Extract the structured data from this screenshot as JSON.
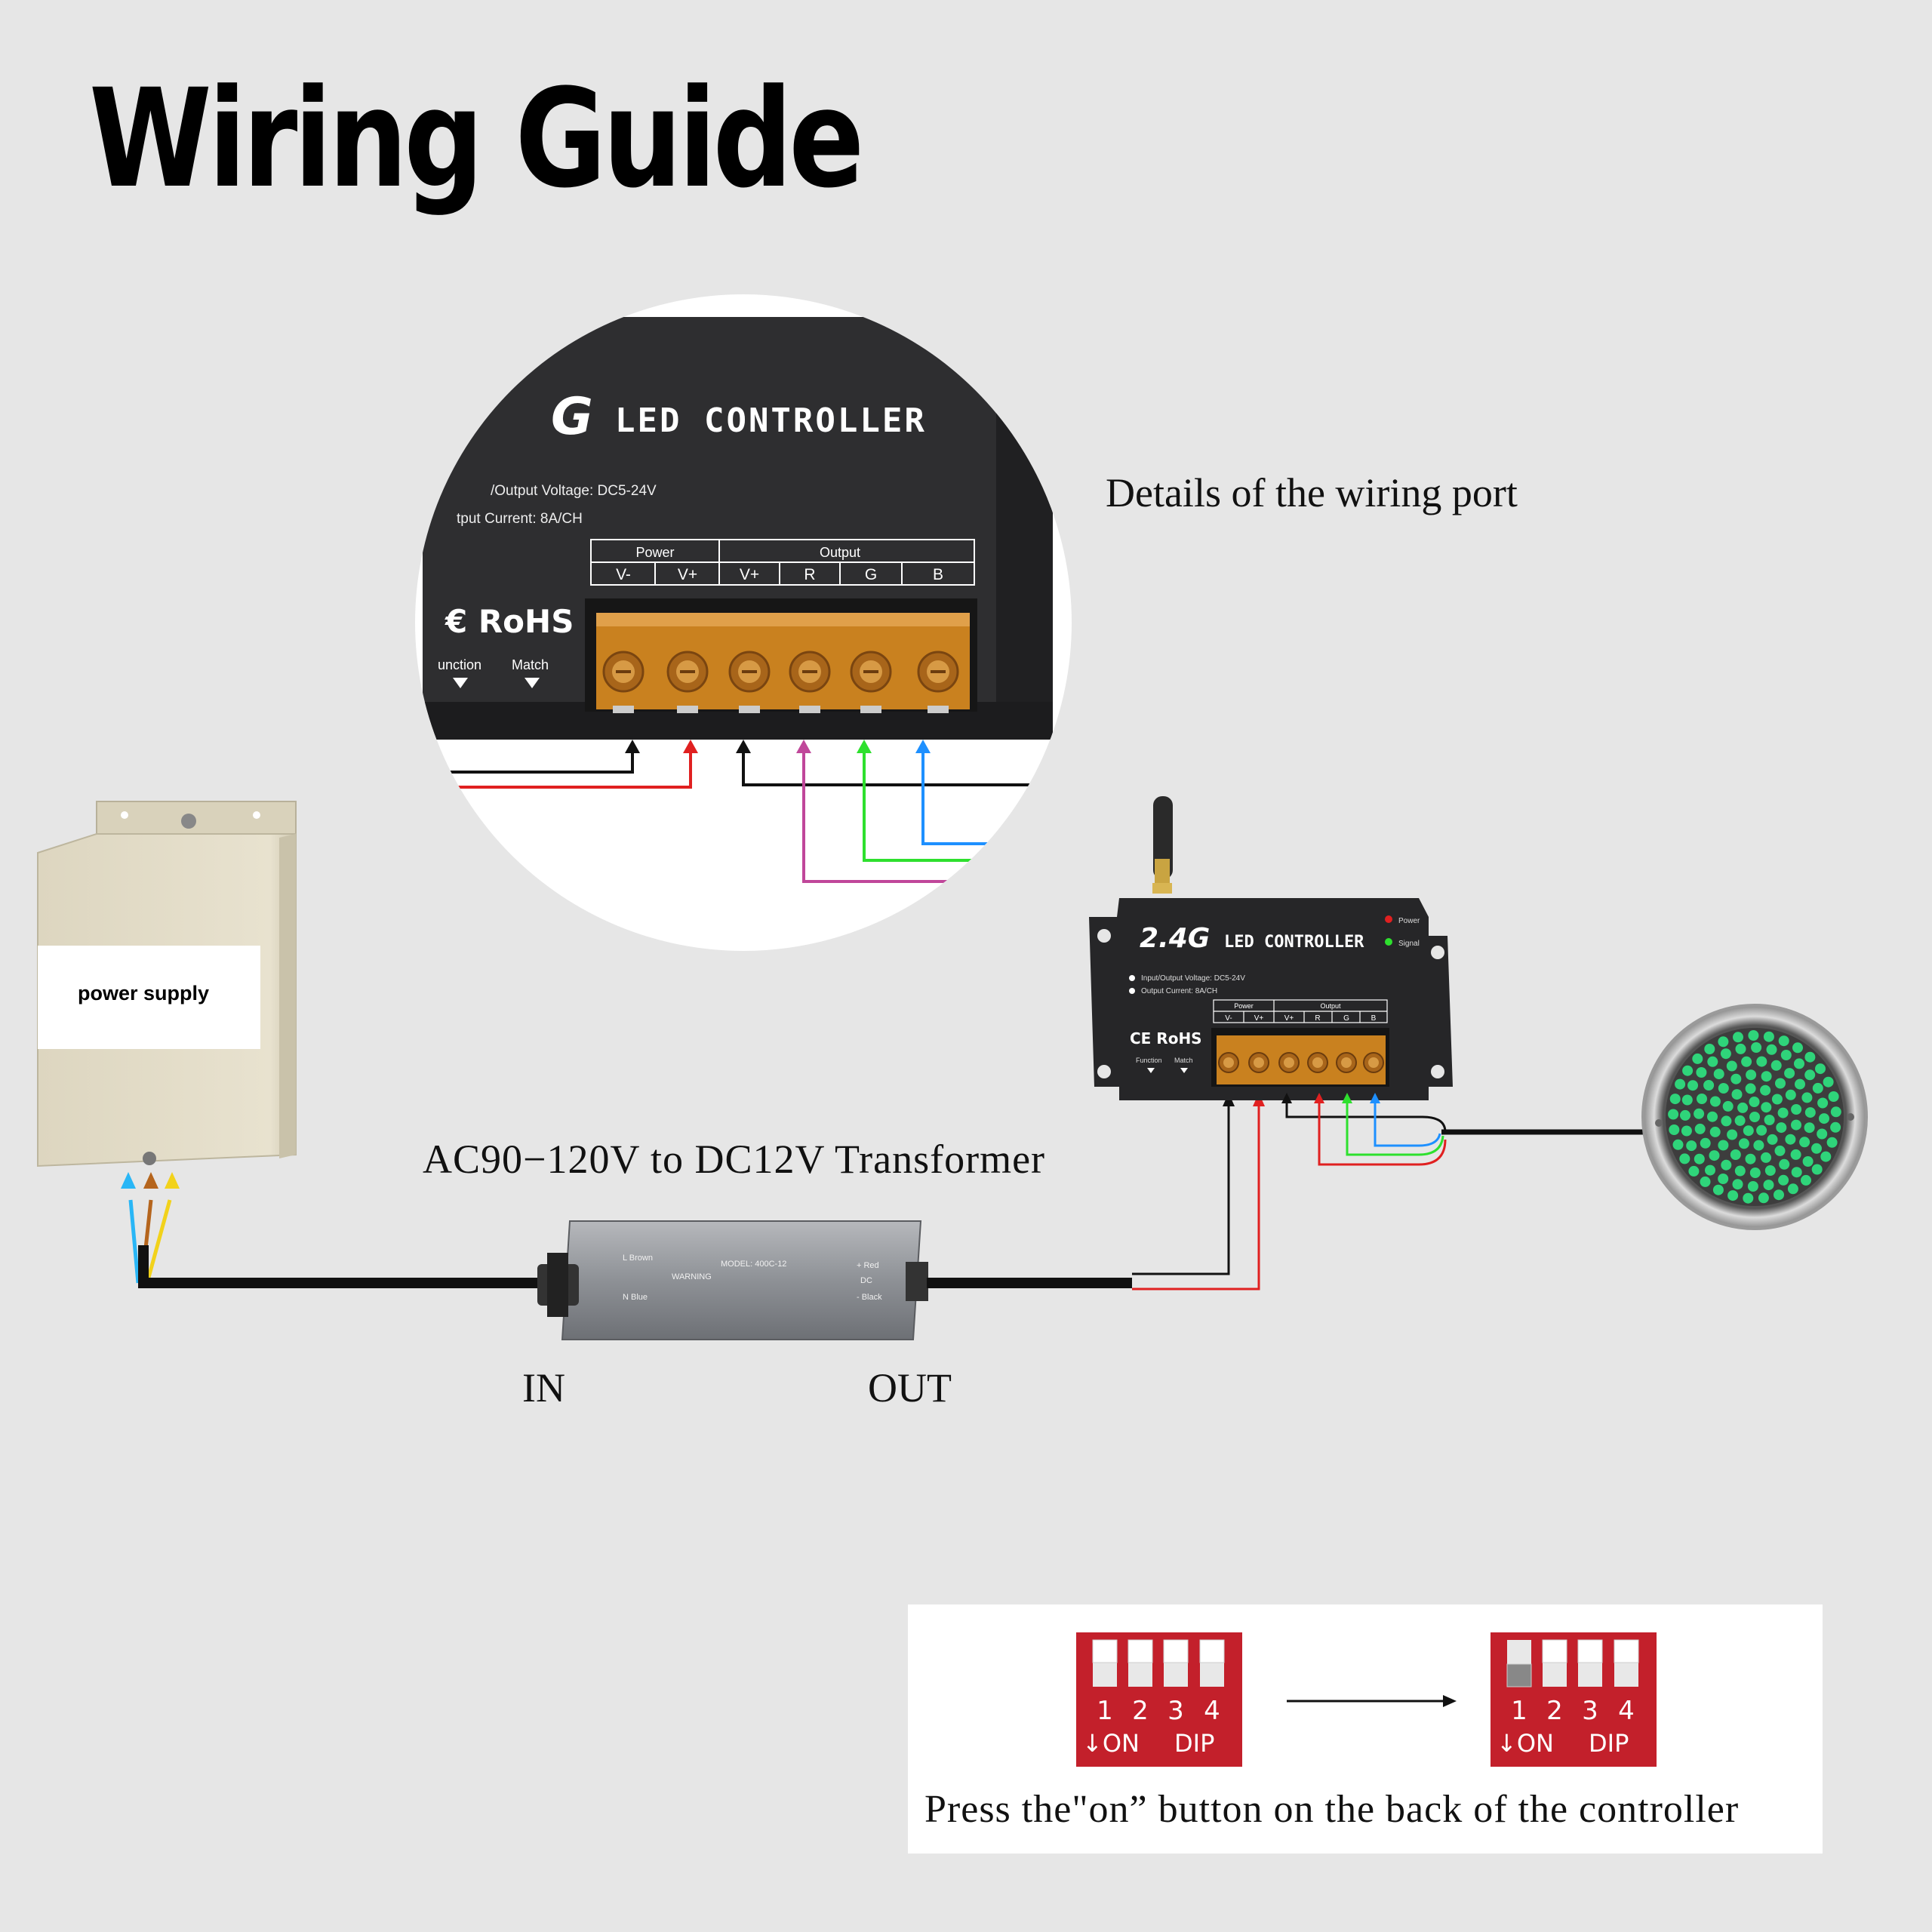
{
  "title": "Wiring Guide",
  "captions": {
    "details": "Details of the wiring port",
    "transformer": "AC90−120V to DC12V Transformer",
    "in": "IN",
    "out": "OUT",
    "press": "Press the\"on”  button on the back of the controller"
  },
  "power_supply": {
    "label": "power supply",
    "color": "#e6e0cb"
  },
  "controller_zoom": {
    "brand": "LED CONTROLLER",
    "logo_letter": "G",
    "spec_voltage": "/Output Voltage: DC5-24V",
    "spec_current": "tput Current: 8A/CH",
    "group_power": "Power",
    "group_output": "Output",
    "terminals": [
      "V-",
      "V+",
      "V+",
      "R",
      "G",
      "B"
    ],
    "cert": "€ RoHS",
    "function_label": "unction",
    "match_label": "Match"
  },
  "controller_small": {
    "logo": "2.4G",
    "brand": "LED CONTROLLER",
    "power_led": "Power",
    "signal_led": "Signal",
    "spec_voltage": "Input/Output Voltage: DC5-24V",
    "spec_current": "Output Current: 8A/CH",
    "group_power": "Power",
    "group_output": "Output",
    "terminals": [
      "V-",
      "V+",
      "V+",
      "R",
      "G",
      "B"
    ],
    "cert": "CE RoHS",
    "function_label": "Function",
    "match_label": "Match"
  },
  "transformer_label": {
    "model": "MODEL: 400C-12",
    "warning": "WARNING",
    "brown": "L Brown",
    "blue": "N Blue",
    "red": "+ Red",
    "black": "- Black",
    "dc": "DC"
  },
  "dip_switch": {
    "numbers": [
      "1",
      "2",
      "3",
      "4"
    ],
    "on_label": "↓ON",
    "dip_label": "DIP"
  },
  "wire_colors": {
    "black": "#111111",
    "red": "#e02020",
    "pink": "#c0479a",
    "green": "#2ee02e",
    "blue": "#1e90ff",
    "yellow": "#f2d21b",
    "brown": "#b5651d",
    "cyan": "#29b6f6",
    "led_green": "#2fd47a"
  }
}
